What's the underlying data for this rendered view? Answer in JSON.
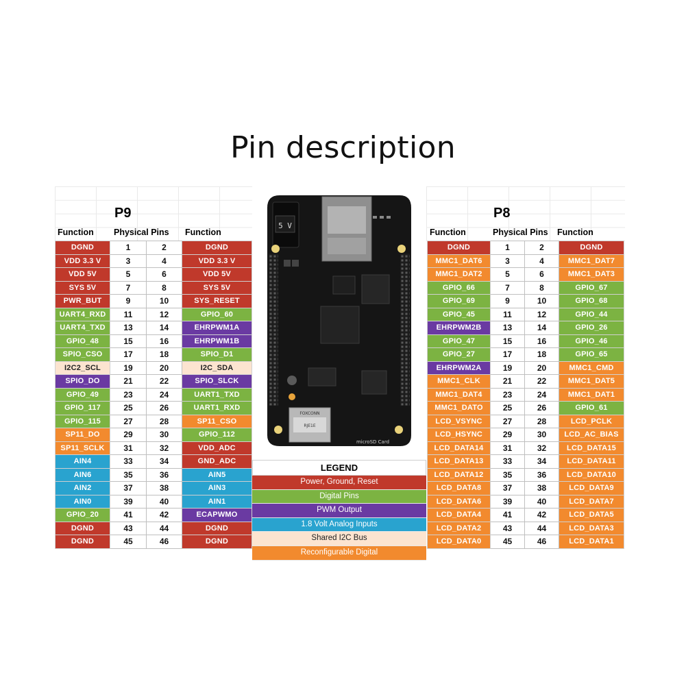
{
  "page_title": "Pin description",
  "colors": {
    "power": "#c0392b",
    "digital": "#7cb342",
    "pwm": "#6a3aa2",
    "analog": "#29a3cf",
    "i2c": "#fce4d0",
    "reconfig": "#f28a2e"
  },
  "p9": {
    "group_title": "P9",
    "col_function_left": "Function",
    "col_physical_pins": "Physical Pins",
    "col_function_right": "Function",
    "rows": [
      {
        "lf": "DGND",
        "lc": "power",
        "a": "1",
        "b": "2",
        "rf": "DGND",
        "rc": "power"
      },
      {
        "lf": "VDD 3.3 V",
        "lc": "power",
        "a": "3",
        "b": "4",
        "rf": "VDD 3.3 V",
        "rc": "power"
      },
      {
        "lf": "VDD 5V",
        "lc": "power",
        "a": "5",
        "b": "6",
        "rf": "VDD 5V",
        "rc": "power"
      },
      {
        "lf": "SYS 5V",
        "lc": "power",
        "a": "7",
        "b": "8",
        "rf": "SYS 5V",
        "rc": "power"
      },
      {
        "lf": "PWR_BUT",
        "lc": "power",
        "a": "9",
        "b": "10",
        "rf": "SYS_RESET",
        "rc": "power"
      },
      {
        "lf": "UART4_RXD",
        "lc": "digital",
        "a": "11",
        "b": "12",
        "rf": "GPIO_60",
        "rc": "digital"
      },
      {
        "lf": "UART4_TXD",
        "lc": "digital",
        "a": "13",
        "b": "14",
        "rf": "EHRPWM1A",
        "rc": "pwm"
      },
      {
        "lf": "GPIO_48",
        "lc": "digital",
        "a": "15",
        "b": "16",
        "rf": "EHRPWM1B",
        "rc": "pwm"
      },
      {
        "lf": "SPIO_CSO",
        "lc": "digital",
        "a": "17",
        "b": "18",
        "rf": "SPIO_D1",
        "rc": "digital"
      },
      {
        "lf": "I2C2_SCL",
        "lc": "i2c",
        "a": "19",
        "b": "20",
        "rf": "I2C_SDA",
        "rc": "i2c"
      },
      {
        "lf": "SPIO_DO",
        "lc": "pwm",
        "a": "21",
        "b": "22",
        "rf": "SPIO_SLCK",
        "rc": "pwm"
      },
      {
        "lf": "GPIO_49",
        "lc": "digital",
        "a": "23",
        "b": "24",
        "rf": "UART1_TXD",
        "rc": "digital"
      },
      {
        "lf": "GPIO_117",
        "lc": "digital",
        "a": "25",
        "b": "26",
        "rf": "UART1_RXD",
        "rc": "digital"
      },
      {
        "lf": "GPIO_115",
        "lc": "digital",
        "a": "27",
        "b": "28",
        "rf": "SP11_CSO",
        "rc": "reconfig"
      },
      {
        "lf": "SP11_DO",
        "lc": "reconfig",
        "a": "29",
        "b": "30",
        "rf": "GPIO_112",
        "rc": "digital"
      },
      {
        "lf": "SP11_SCLK",
        "lc": "reconfig",
        "a": "31",
        "b": "32",
        "rf": "VDD_ADC",
        "rc": "power"
      },
      {
        "lf": "AIN4",
        "lc": "analog",
        "a": "33",
        "b": "34",
        "rf": "GND_ADC",
        "rc": "power"
      },
      {
        "lf": "AIN6",
        "lc": "analog",
        "a": "35",
        "b": "36",
        "rf": "AIN5",
        "rc": "analog"
      },
      {
        "lf": "AIN2",
        "lc": "analog",
        "a": "37",
        "b": "38",
        "rf": "AIN3",
        "rc": "analog"
      },
      {
        "lf": "AIN0",
        "lc": "analog",
        "a": "39",
        "b": "40",
        "rf": "AIN1",
        "rc": "analog"
      },
      {
        "lf": "GPIO_20",
        "lc": "digital",
        "a": "41",
        "b": "42",
        "rf": "ECAPWMO",
        "rc": "pwm"
      },
      {
        "lf": "DGND",
        "lc": "power",
        "a": "43",
        "b": "44",
        "rf": "DGND",
        "rc": "power"
      },
      {
        "lf": "DGND",
        "lc": "power",
        "a": "45",
        "b": "46",
        "rf": "DGND",
        "rc": "power"
      }
    ]
  },
  "p8": {
    "group_title": "P8",
    "col_function_left": "Function",
    "col_physical_pins": "Physical Pins",
    "col_function_right": "Function",
    "rows": [
      {
        "lf": "DGND",
        "lc": "power",
        "a": "1",
        "b": "2",
        "rf": "DGND",
        "rc": "power"
      },
      {
        "lf": "MMC1_DAT6",
        "lc": "reconfig",
        "a": "3",
        "b": "4",
        "rf": "MMC1_DAT7",
        "rc": "reconfig"
      },
      {
        "lf": "MMC1_DAT2",
        "lc": "reconfig",
        "a": "5",
        "b": "6",
        "rf": "MMC1_DAT3",
        "rc": "reconfig"
      },
      {
        "lf": "GPIO_66",
        "lc": "digital",
        "a": "7",
        "b": "8",
        "rf": "GPIO_67",
        "rc": "digital"
      },
      {
        "lf": "GPIO_69",
        "lc": "digital",
        "a": "9",
        "b": "10",
        "rf": "GPIO_68",
        "rc": "digital"
      },
      {
        "lf": "GPIO_45",
        "lc": "digital",
        "a": "11",
        "b": "12",
        "rf": "GPIO_44",
        "rc": "digital"
      },
      {
        "lf": "EHRPWM2B",
        "lc": "pwm",
        "a": "13",
        "b": "14",
        "rf": "GPIO_26",
        "rc": "digital"
      },
      {
        "lf": "GPIO_47",
        "lc": "digital",
        "a": "15",
        "b": "16",
        "rf": "GPIO_46",
        "rc": "digital"
      },
      {
        "lf": "GPIO_27",
        "lc": "digital",
        "a": "17",
        "b": "18",
        "rf": "GPIO_65",
        "rc": "digital"
      },
      {
        "lf": "EHRPWM2A",
        "lc": "pwm",
        "a": "19",
        "b": "20",
        "rf": "MMC1_CMD",
        "rc": "reconfig"
      },
      {
        "lf": "MMC1_CLK",
        "lc": "reconfig",
        "a": "21",
        "b": "22",
        "rf": "MMC1_DAT5",
        "rc": "reconfig"
      },
      {
        "lf": "MMC1_DAT4",
        "lc": "reconfig",
        "a": "23",
        "b": "24",
        "rf": "MMC1_DAT1",
        "rc": "reconfig"
      },
      {
        "lf": "MMC1_DATO",
        "lc": "reconfig",
        "a": "25",
        "b": "26",
        "rf": "GPIO_61",
        "rc": "digital"
      },
      {
        "lf": "LCD_VSYNC",
        "lc": "reconfig",
        "a": "27",
        "b": "28",
        "rf": "LCD_PCLK",
        "rc": "reconfig"
      },
      {
        "lf": "LCD_HSYNC",
        "lc": "reconfig",
        "a": "29",
        "b": "30",
        "rf": "LCD_AC_BIAS",
        "rc": "reconfig"
      },
      {
        "lf": "LCD_DATA14",
        "lc": "reconfig",
        "a": "31",
        "b": "32",
        "rf": "LCD_DATA15",
        "rc": "reconfig"
      },
      {
        "lf": "LCD_DATA13",
        "lc": "reconfig",
        "a": "33",
        "b": "34",
        "rf": "LCD_DATA11",
        "rc": "reconfig"
      },
      {
        "lf": "LCD_DATA12",
        "lc": "reconfig",
        "a": "35",
        "b": "36",
        "rf": "LCD_DATA10",
        "rc": "reconfig"
      },
      {
        "lf": "LCD_DATA8",
        "lc": "reconfig",
        "a": "37",
        "b": "38",
        "rf": "LCD_DATA9",
        "rc": "reconfig"
      },
      {
        "lf": "LCD_DATA6",
        "lc": "reconfig",
        "a": "39",
        "b": "40",
        "rf": "LCD_DATA7",
        "rc": "reconfig"
      },
      {
        "lf": "LCD_DATA4",
        "lc": "reconfig",
        "a": "41",
        "b": "42",
        "rf": "LCD_DATA5",
        "rc": "reconfig"
      },
      {
        "lf": "LCD_DATA2",
        "lc": "reconfig",
        "a": "43",
        "b": "44",
        "rf": "LCD_DATA3",
        "rc": "reconfig"
      },
      {
        "lf": "LCD_DATA0",
        "lc": "reconfig",
        "a": "45",
        "b": "46",
        "rf": "LCD_DATA1",
        "rc": "reconfig"
      }
    ]
  },
  "board": {
    "barrel_jack_label": "5 V",
    "usb_brand": "FOXCONN",
    "usb_part": "RJE1E",
    "sd_label": "microSD Card"
  },
  "legend": {
    "title": "LEGEND",
    "items": [
      {
        "label": "Power, Ground, Reset",
        "color": "power"
      },
      {
        "label": "Digital Pins",
        "color": "digital"
      },
      {
        "label": "PWM Output",
        "color": "pwm"
      },
      {
        "label": "1.8 Volt Analog Inputs",
        "color": "analog"
      },
      {
        "label": "Shared I2C Bus",
        "color": "i2c"
      },
      {
        "label": "Reconfigurable Digital",
        "color": "reconfig"
      }
    ]
  }
}
